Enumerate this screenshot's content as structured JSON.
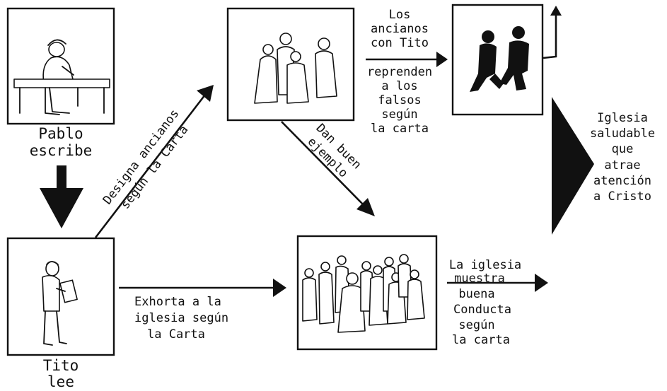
{
  "nodes": {
    "pablo": {
      "line1": "Pablo",
      "line2": "escribe"
    },
    "tito": {
      "line1": "Tito",
      "line2": "lee"
    },
    "healthy_church": {
      "lines": [
        "Iglesia",
        "saludable",
        "que",
        "atrae",
        "atención",
        "a Cristo"
      ]
    }
  },
  "edges": {
    "designa": {
      "line1": "Designa ancianos",
      "line2": "según la Carta"
    },
    "exhorta": {
      "line1": "Exhorta a la",
      "line2": "iglesia según",
      "line3": "la Carta"
    },
    "dan_buen_ejemplo": {
      "line1": "Dan buen",
      "line2": "ejemplo"
    },
    "ancianos_reprenden": {
      "lines": [
        "Los",
        "ancianos",
        "con Tito",
        "reprenden",
        "a los",
        "falsos",
        "según",
        "la carta"
      ]
    },
    "iglesia_muestra": {
      "line1": "La iglesia",
      "line2": "muestra",
      "line3": "buena",
      "line4": "Conducta",
      "line5": "según",
      "line6": "la carta"
    }
  }
}
